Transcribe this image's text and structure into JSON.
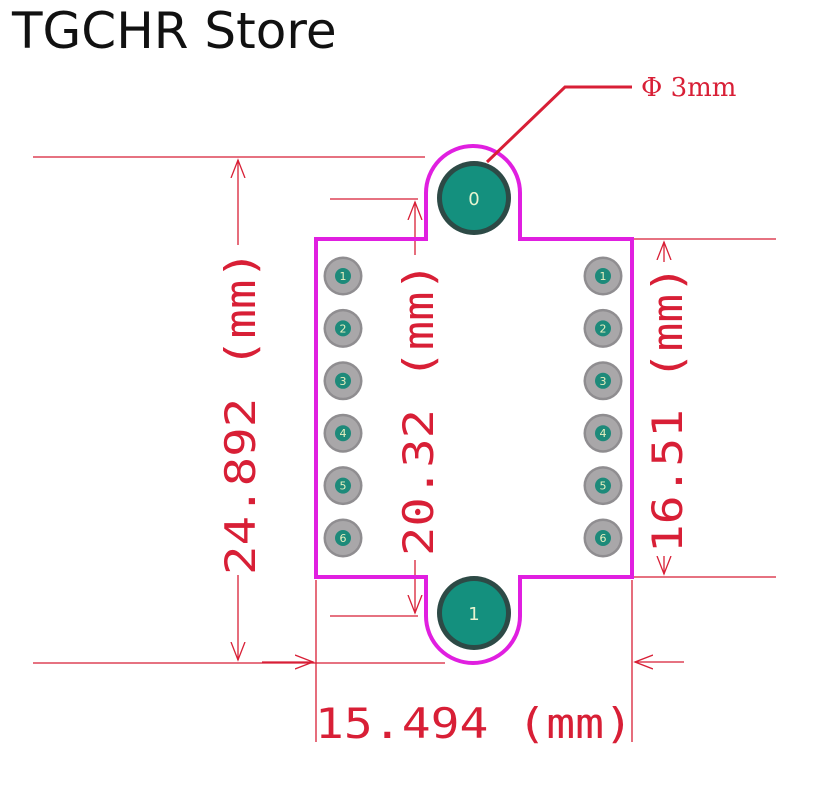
{
  "store": {
    "title": "TGCHR Store"
  },
  "colors": {
    "outline": "#e01fe0",
    "dimension": "#d81f36",
    "pad_ring": "#a9a7a9",
    "pad_center": "#1d8a7a",
    "hole_fill": "#14907e",
    "hole_ring": "#2d4a46"
  },
  "holes": [
    {
      "label": "0"
    },
    {
      "label": "1"
    }
  ],
  "pads_left": [
    "1",
    "2",
    "3",
    "4",
    "5",
    "6"
  ],
  "pads_right": [
    "1",
    "2",
    "3",
    "4",
    "5",
    "6"
  ],
  "dimensions": {
    "total_height": "24.892 (mm)",
    "hole_pitch": "20.32 (mm)",
    "body_height": "16.51 (mm)",
    "body_width": "15.494 (mm)"
  },
  "callout": {
    "text": "Φ 3mm"
  }
}
